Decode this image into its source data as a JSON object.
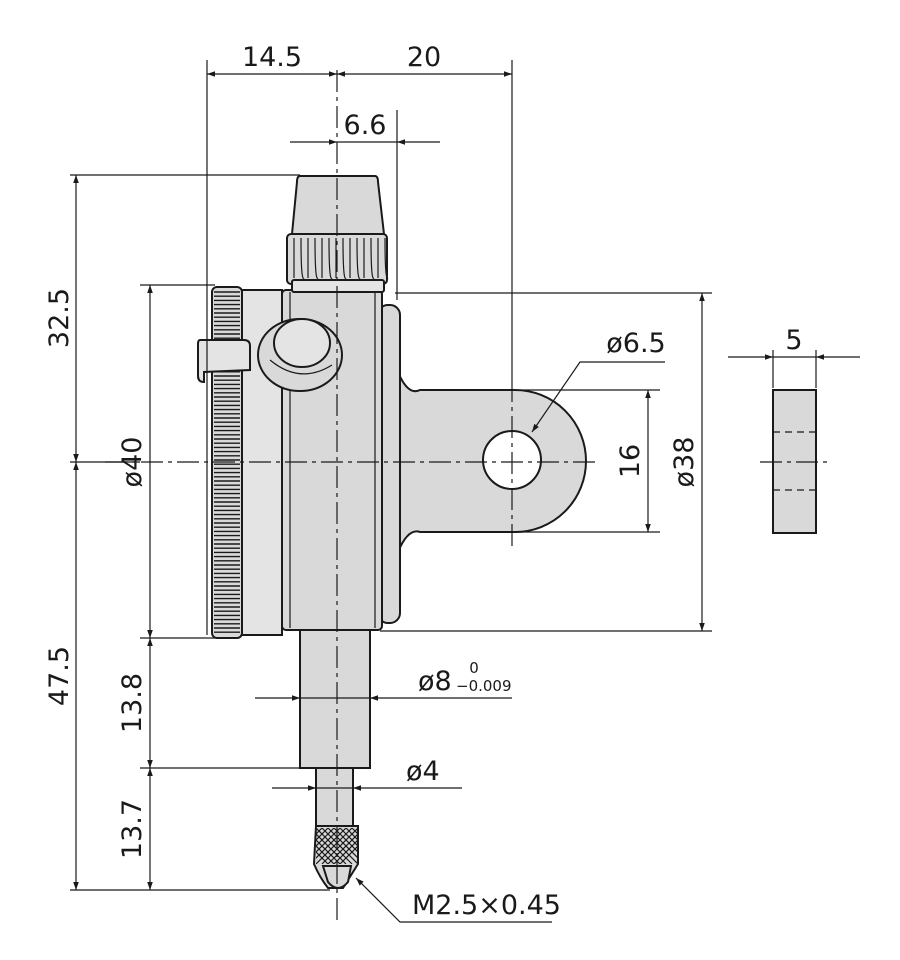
{
  "drawing": {
    "fill_color": "#d9d9d9",
    "line_color": "#1a1a1a",
    "background": "#ffffff"
  },
  "dimensions": {
    "top_left_width": "14.5",
    "top_right_width": "20",
    "cap_offset": "6.6",
    "height_upper": "32.5",
    "height_lower": "47.5",
    "dial_diameter": "ø40",
    "lug_hole": "ø6.5",
    "lug_height": "16",
    "back_diameter": "ø38",
    "lug_thickness": "5",
    "stem_diameter": "ø8",
    "stem_tol_upper": "0",
    "stem_tol_lower": "−0.009",
    "stem_length": "13.8",
    "spindle_diameter": "ø4",
    "spindle_length": "13.7",
    "thread": "M2.5×0.45"
  }
}
